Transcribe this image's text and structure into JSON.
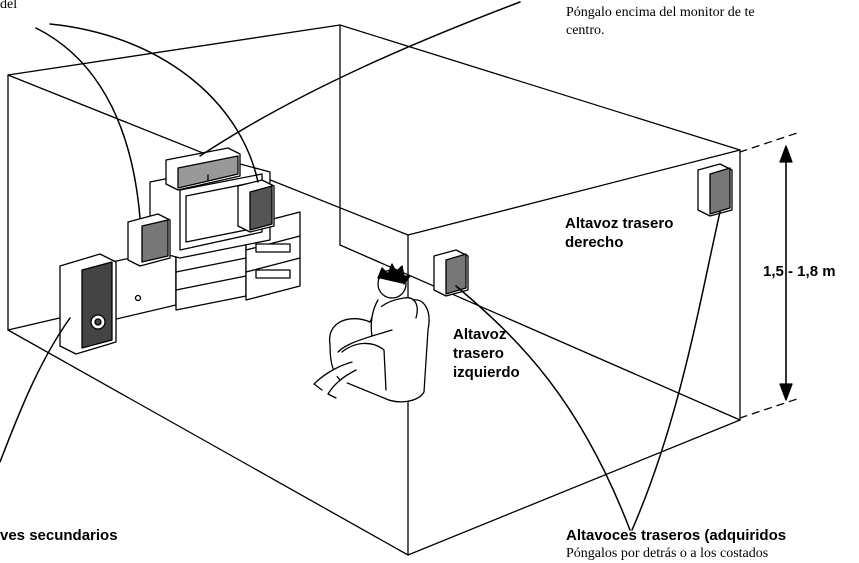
{
  "labels": {
    "top_left_fragment": "del",
    "center_note_line1": "Póngalo encima del monitor de te",
    "center_note_line2": "centro.",
    "rear_right_line1": "Altavoz trasero",
    "rear_right_line2": "derecho",
    "height_range": "1,5 - 1,8 m",
    "rear_left_line1": "Altavoz",
    "rear_left_line2": "trasero",
    "rear_left_line3": "izquierdo",
    "subwoofer_fragment": "ves secundarios",
    "rear_purchased_line1": "Altavoces traseros (adquiridos",
    "rear_purchased_line2": "Póngalos por detrás o a los costados"
  },
  "colors": {
    "line": "#000000",
    "speaker_dark": "#555555",
    "speaker_face": "#999999",
    "background": "#ffffff"
  }
}
